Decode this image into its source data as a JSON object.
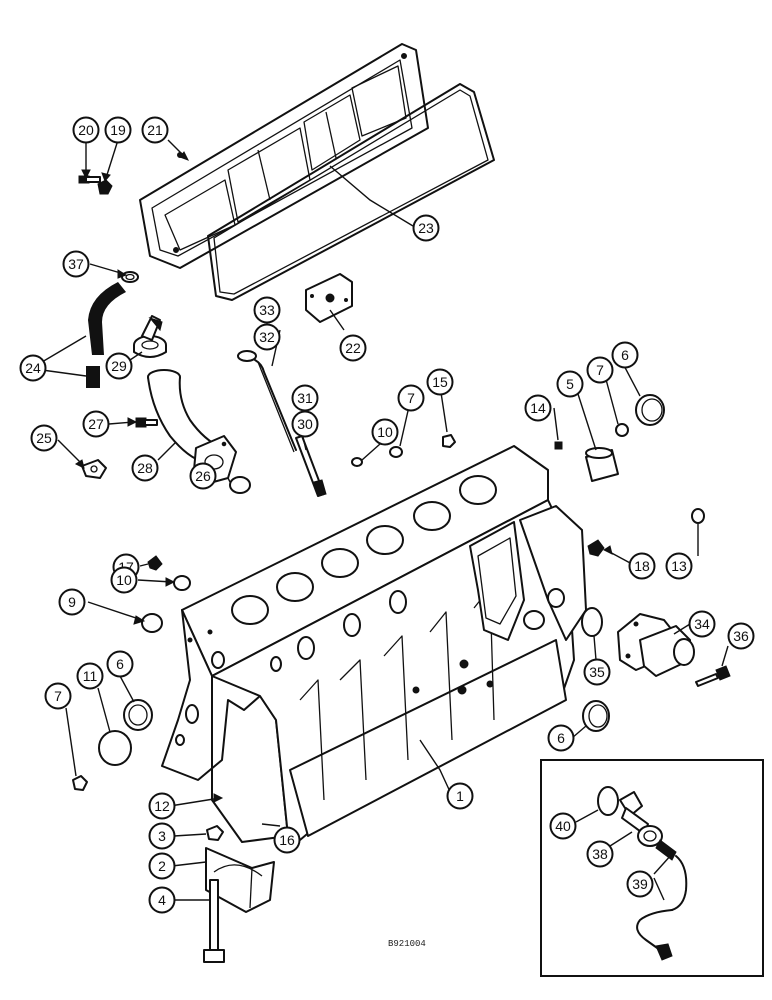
{
  "callouts": [
    "1",
    "2",
    "3",
    "4",
    "5",
    "6",
    "6",
    "6",
    "7",
    "7",
    "7",
    "9",
    "10",
    "10",
    "11",
    "12",
    "13",
    "14",
    "15",
    "16",
    "17",
    "18",
    "19",
    "20",
    "21",
    "22",
    "23",
    "24",
    "25",
    "26",
    "27",
    "28",
    "29",
    "30",
    "31",
    "32",
    "33",
    "34",
    "35",
    "36",
    "37",
    "38",
    "39",
    "40"
  ],
  "figure_ref": "B921004"
}
